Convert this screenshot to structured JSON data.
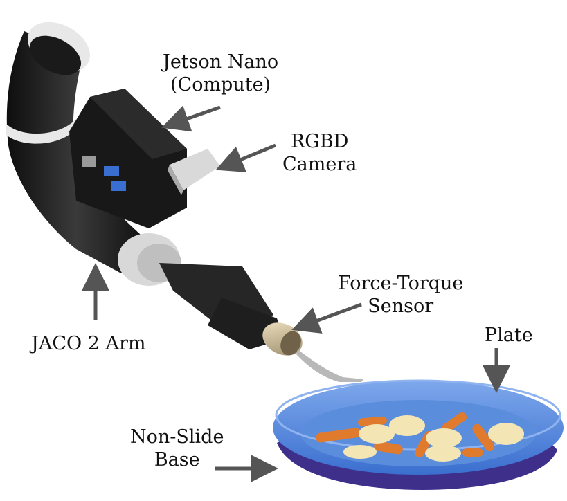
{
  "labels": {
    "jetson": {
      "line1": "Jetson Nano",
      "line2": "(Compute)"
    },
    "camera": {
      "line1": "RGBD",
      "line2": "Camera"
    },
    "force_torque": {
      "line1": "Force-Torque",
      "line2": "Sensor"
    },
    "plate": {
      "line1": "Plate"
    },
    "arm": {
      "line1": "JACO 2 Arm"
    },
    "base": {
      "line1": "Non-Slide",
      "line2": "Base"
    }
  },
  "colors": {
    "arrow": "#555555",
    "arm_body": "#1c1c1c",
    "arm_ring": "#e8e8e8",
    "plate": "#4a7fd6",
    "plate_rim": "#6e9ae6",
    "base_mat": "#3d2f8a",
    "banana": "#f3e6b4",
    "carrot": "#e07a2c"
  }
}
